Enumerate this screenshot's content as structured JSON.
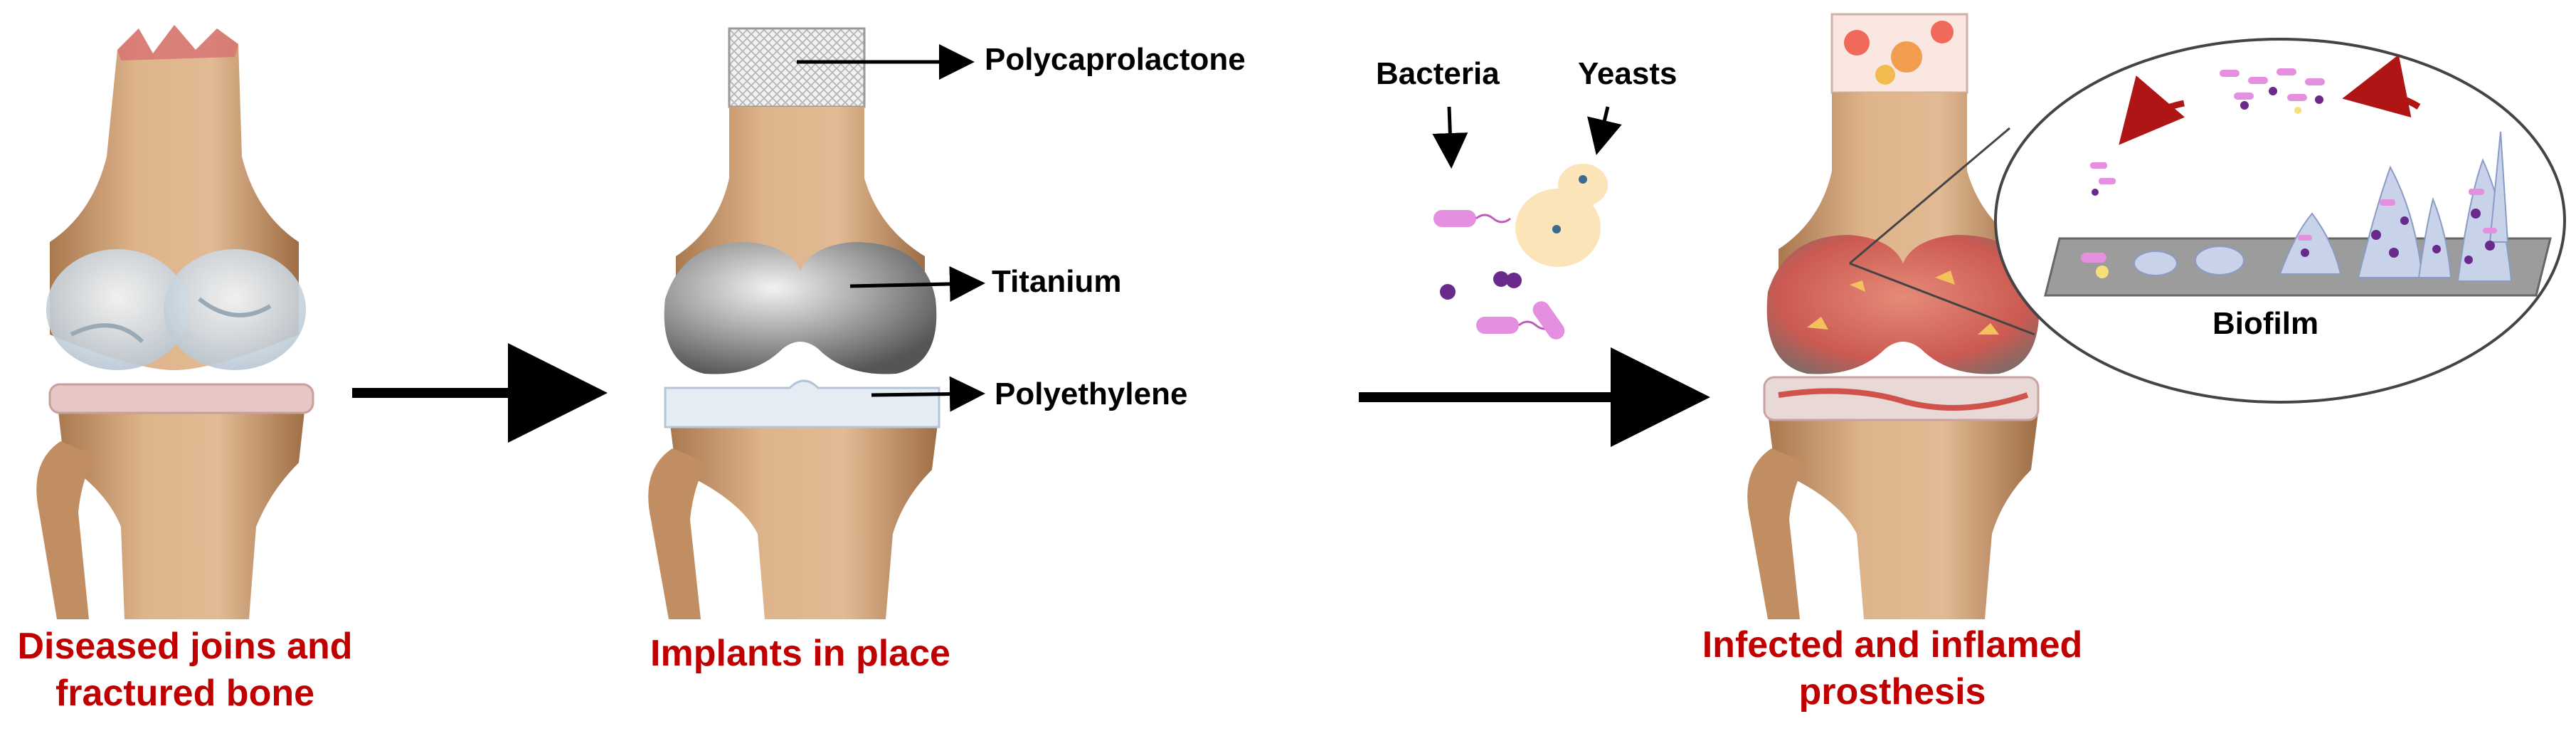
{
  "captions": {
    "stage1": "Diseased joins and fractured bone",
    "stage1_line1": "Diseased joins and",
    "stage1_line2": "fractured bone",
    "stage2": "Implants in place",
    "stage3_line1": "Infected and inflamed",
    "stage3_line2": "prosthesis"
  },
  "materials": {
    "top": "Polycaprolactone",
    "middle": "Titanium",
    "bottom": "Polyethylene"
  },
  "microbes": {
    "bacteria": "Bacteria",
    "yeasts": "Yeasts"
  },
  "inset": {
    "label": "Biofilm"
  },
  "colors": {
    "caption": "#c00000",
    "bone": "#d2a57c",
    "cartilage": "#c9d7e3",
    "titanium": "#8c8c8c",
    "polyethylene": "#e6ecf4",
    "inflammation": "#d9605a",
    "bacteria": "#e58fe0",
    "yeast": "#fbe4b8",
    "arrow_recirc": "#b01515"
  }
}
